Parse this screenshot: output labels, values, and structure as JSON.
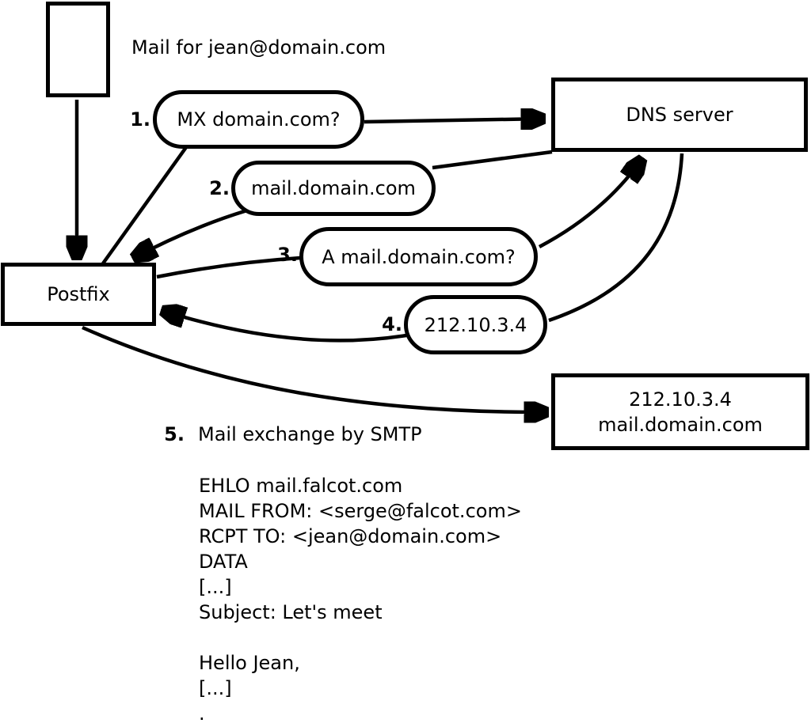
{
  "diagram": {
    "note": "Mail for jean@domain.com",
    "nodes": {
      "postfix": "Postfix",
      "dns_server": "DNS server",
      "mail_server_line1": "212.10.3.4",
      "mail_server_line2": "mail.domain.com"
    },
    "steps": [
      {
        "num": "1.",
        "label": "MX domain.com?"
      },
      {
        "num": "2.",
        "label": "mail.domain.com"
      },
      {
        "num": "3.",
        "label": "A mail.domain.com?"
      },
      {
        "num": "4.",
        "label": "212.10.3.4"
      },
      {
        "num": "5.",
        "label": "Mail exchange by SMTP"
      }
    ],
    "smtp_session": [
      "EHLO mail.falcot.com",
      "MAIL FROM: <serge@falcot.com>",
      "RCPT TO: <jean@domain.com>",
      "DATA",
      "[...]",
      "Subject: Let's meet",
      "",
      "Hello Jean,",
      "[...]",
      "."
    ]
  }
}
